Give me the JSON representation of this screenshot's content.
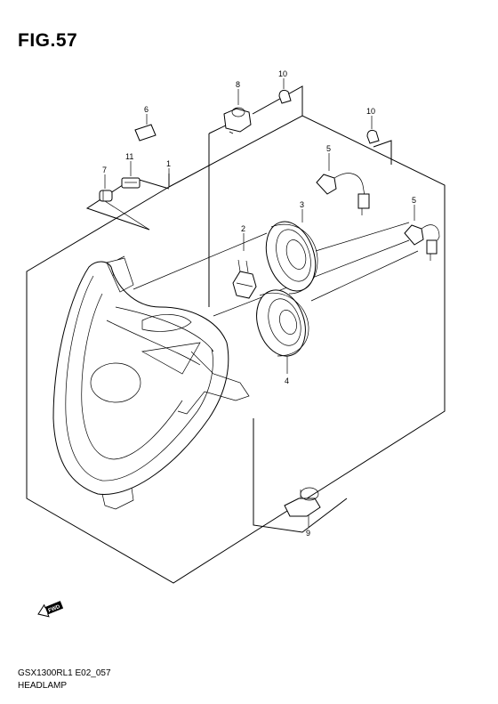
{
  "figure": {
    "title": "FIG.57"
  },
  "footer": {
    "code": "GSX1300RL1 E02_057",
    "name": "HEADLAMP"
  },
  "direction_arrow": {
    "label": "FWD",
    "icon": "fwd-arrow-icon"
  },
  "callouts": [
    {
      "id": "1",
      "text": "1"
    },
    {
      "id": "2",
      "text": "2"
    },
    {
      "id": "3",
      "text": "3"
    },
    {
      "id": "4",
      "text": "4"
    },
    {
      "id": "5a",
      "text": "5"
    },
    {
      "id": "5b",
      "text": "5"
    },
    {
      "id": "6",
      "text": "6"
    },
    {
      "id": "7",
      "text": "7"
    },
    {
      "id": "8",
      "text": "8"
    },
    {
      "id": "9",
      "text": "9"
    },
    {
      "id": "10a",
      "text": "10"
    },
    {
      "id": "10b",
      "text": "10"
    },
    {
      "id": "11",
      "text": "11"
    }
  ]
}
